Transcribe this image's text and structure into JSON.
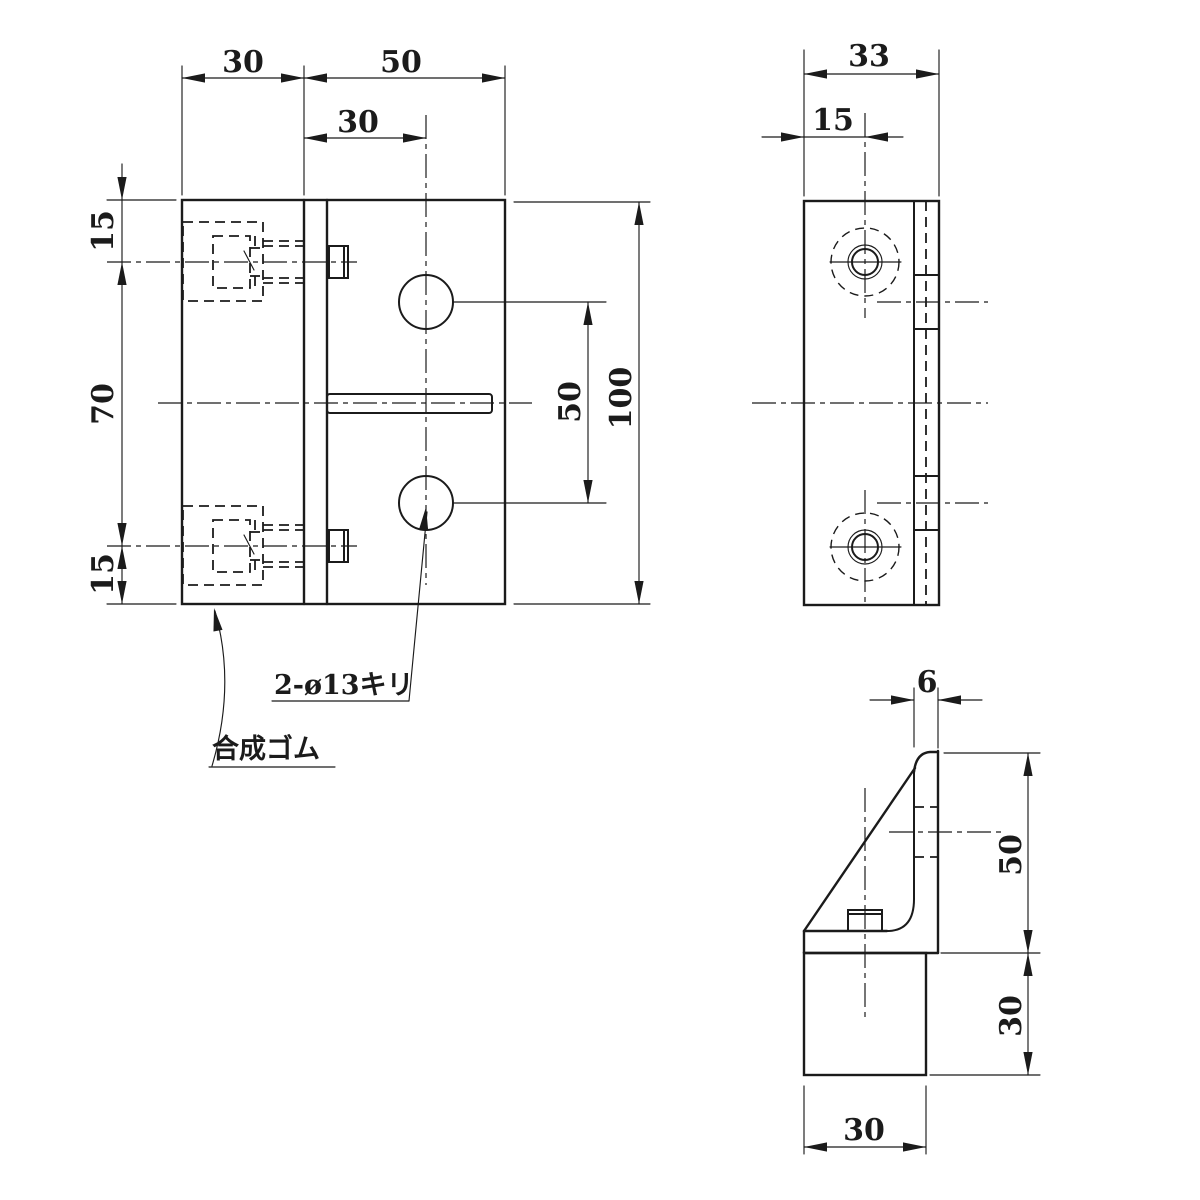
{
  "page": {
    "background": "#ffffff",
    "line_color": "#1b1b1b"
  },
  "views": {
    "front": {
      "dim_rubber_width": "30",
      "dim_plate_width": "50",
      "dim_hole_offset": "30",
      "dim_top_to_bolt": "15",
      "dim_bolt_spacing": "70",
      "dim_bolt_to_bottom": "15",
      "dim_hole_spacing": "50",
      "dim_height": "100",
      "note_holes": "2-ø13キリ",
      "note_rubber": "合成ゴム"
    },
    "side": {
      "dim_depth": "33",
      "dim_bolt_offset": "15"
    },
    "bracket": {
      "dim_plate_thickness": "6",
      "dim_upper_height": "50",
      "dim_lower_height": "30",
      "dim_base_depth": "30"
    }
  }
}
